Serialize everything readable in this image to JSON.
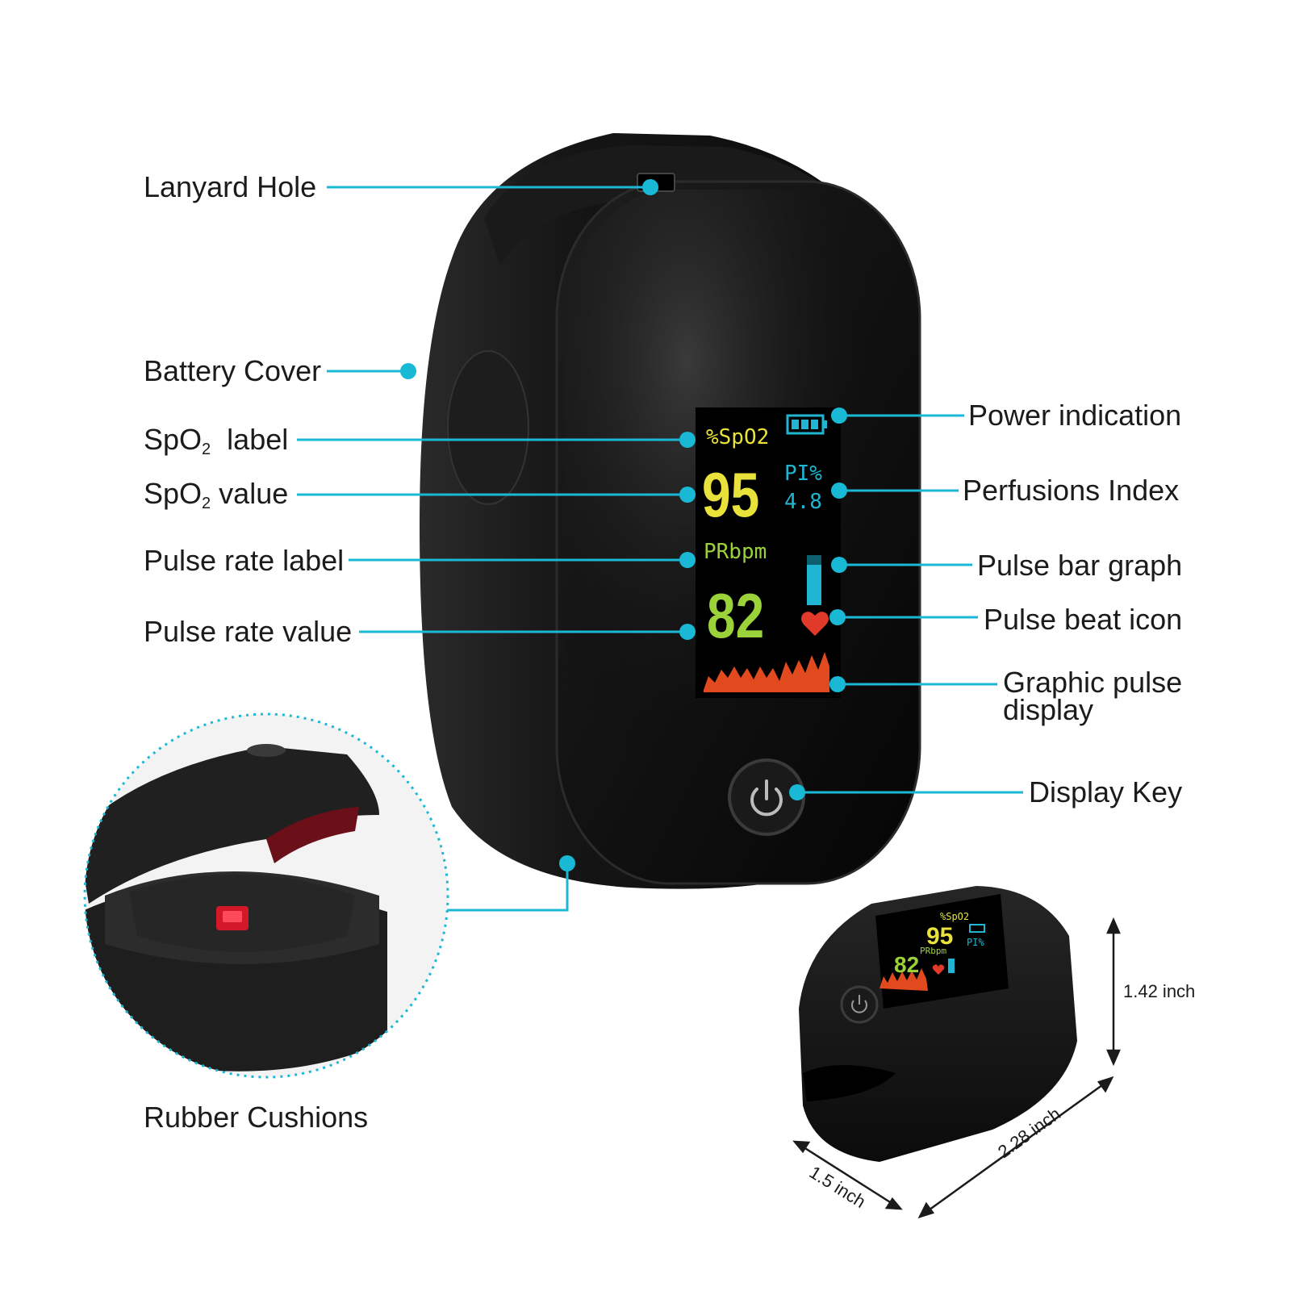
{
  "callouts_left": {
    "lanyard_hole": "Lanyard Hole",
    "battery_cover": "Battery Cover",
    "spo2_label": {
      "main": "SpO",
      "sub": "2",
      "rest": "  label"
    },
    "spo2_value": {
      "main": "SpO",
      "sub": "2",
      "rest": " value"
    },
    "pulse_rate_label": "Pulse rate label",
    "pulse_rate_value": "Pulse rate value",
    "rubber_cushions": "Rubber Cushions"
  },
  "callouts_right": {
    "power_indication": "Power indication",
    "perfusions_index": "Perfusions Index",
    "pulse_bar_graph": "Pulse bar graph",
    "pulse_beat_icon": "Pulse beat icon",
    "graphic_pulse_display_line1": "Graphic pulse",
    "graphic_pulse_display_line2": "display",
    "display_key": "Display Key"
  },
  "screen": {
    "spo2_label": "%SpO2",
    "spo2_value": "95",
    "pi_label": "PI%",
    "pi_value": "4.8",
    "pr_label": "PRbpm",
    "pr_value": "82"
  },
  "small_screen": {
    "spo2_label": "%SpO2",
    "spo2_value": "95",
    "pi_label": "PI%",
    "pr_label": "PRbpm",
    "pr_value": "82"
  },
  "dimensions": {
    "height": "1.42 inch",
    "length": "2.28 inch",
    "width": "1.5 inch"
  },
  "colors": {
    "callout": "#19b9d6",
    "spo2": "#e8e23a",
    "pr": "#9bd23a",
    "pi": "#1fb6d3",
    "pulse_wave": "#e04a1e",
    "heart": "#e23a2a",
    "device": "#141414"
  }
}
